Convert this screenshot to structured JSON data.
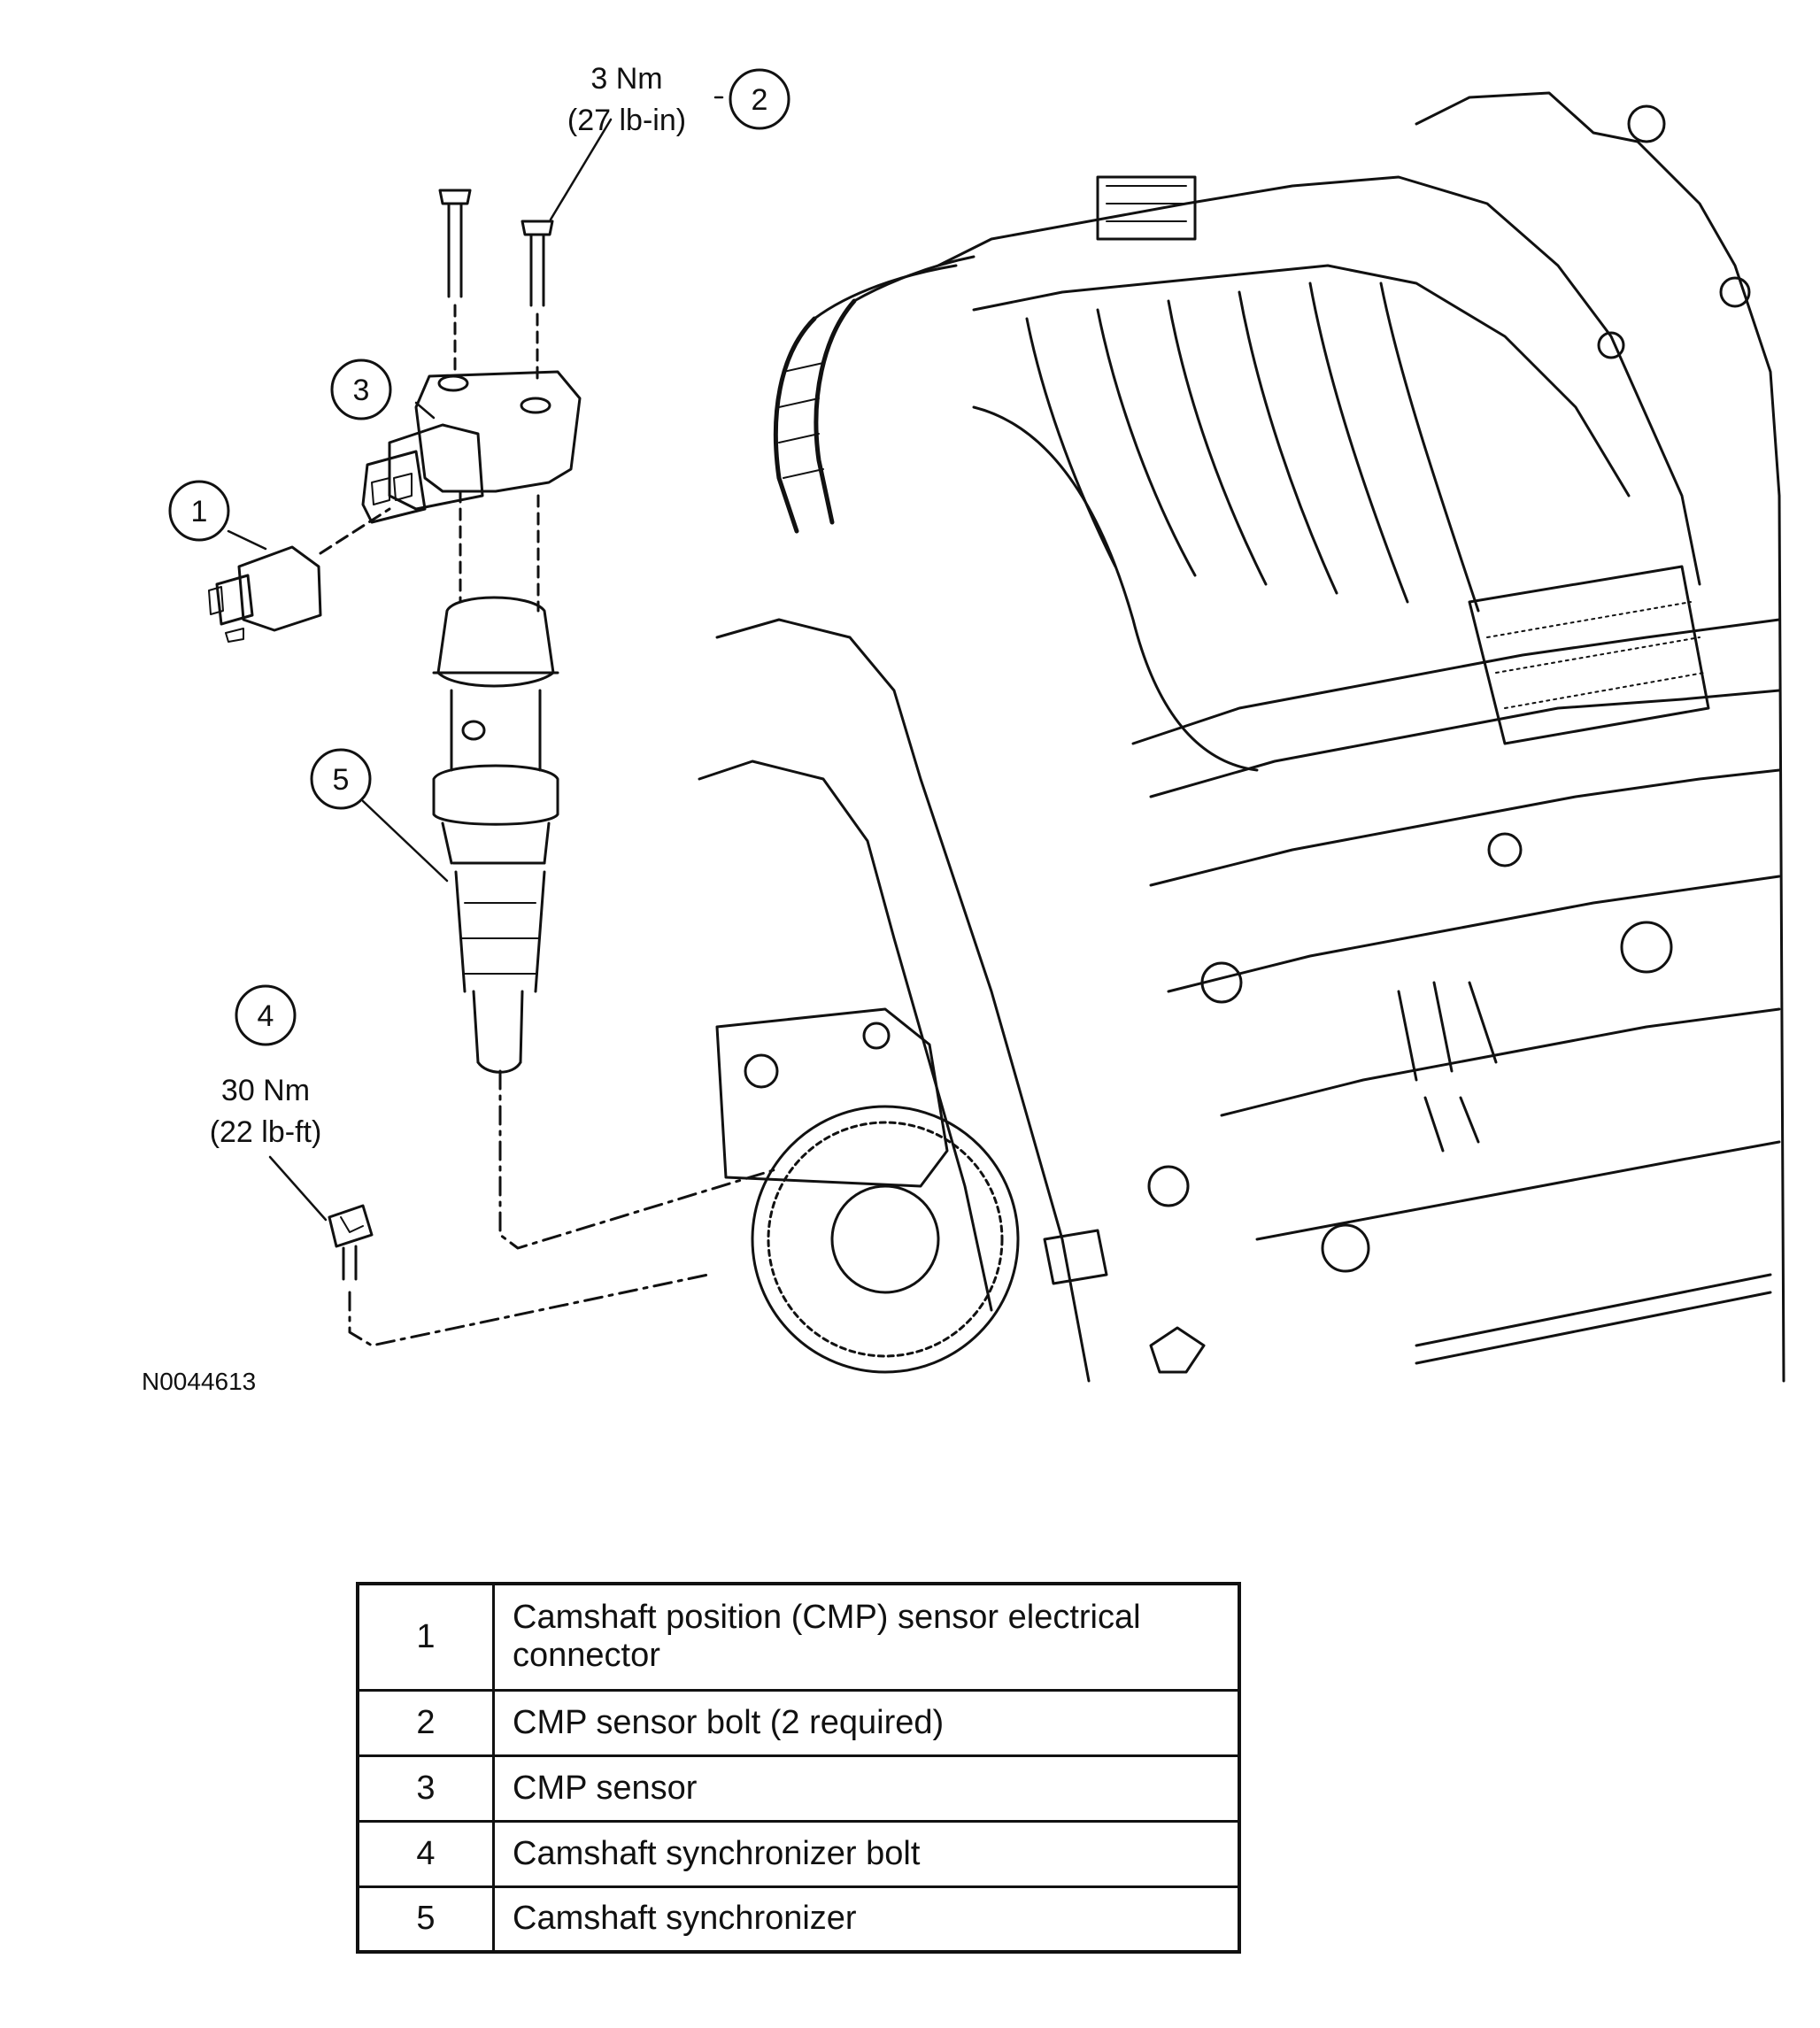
{
  "callouts": {
    "c1": {
      "number": "1"
    },
    "c2": {
      "number": "2",
      "torque_nm": "3 Nm",
      "torque_imperial": "(27 lb-in)"
    },
    "c3": {
      "number": "3"
    },
    "c4": {
      "number": "4",
      "torque_nm": "30 Nm",
      "torque_imperial": "(22 lb-ft)"
    },
    "c5": {
      "number": "5"
    }
  },
  "figure_id": "N0044613",
  "legend": [
    {
      "number": "1",
      "description": "Camshaft position (CMP) sensor electrical connector"
    },
    {
      "number": "2",
      "description": "CMP sensor bolt (2 required)"
    },
    {
      "number": "3",
      "description": "CMP sensor"
    },
    {
      "number": "4",
      "description": "Camshaft synchronizer bolt"
    },
    {
      "number": "5",
      "description": "Camshaft synchronizer"
    }
  ]
}
